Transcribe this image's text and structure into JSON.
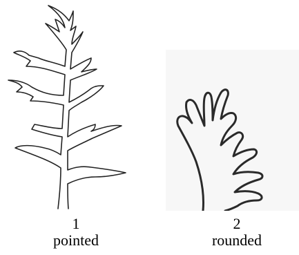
{
  "figure": {
    "items": [
      {
        "number": "1",
        "label": "pointed",
        "style": "pointed"
      },
      {
        "number": "2",
        "label": "rounded",
        "style": "rounded"
      }
    ],
    "colors": {
      "outline": "#222222",
      "background": "#ffffff",
      "panel": "#f7f7f7"
    }
  }
}
